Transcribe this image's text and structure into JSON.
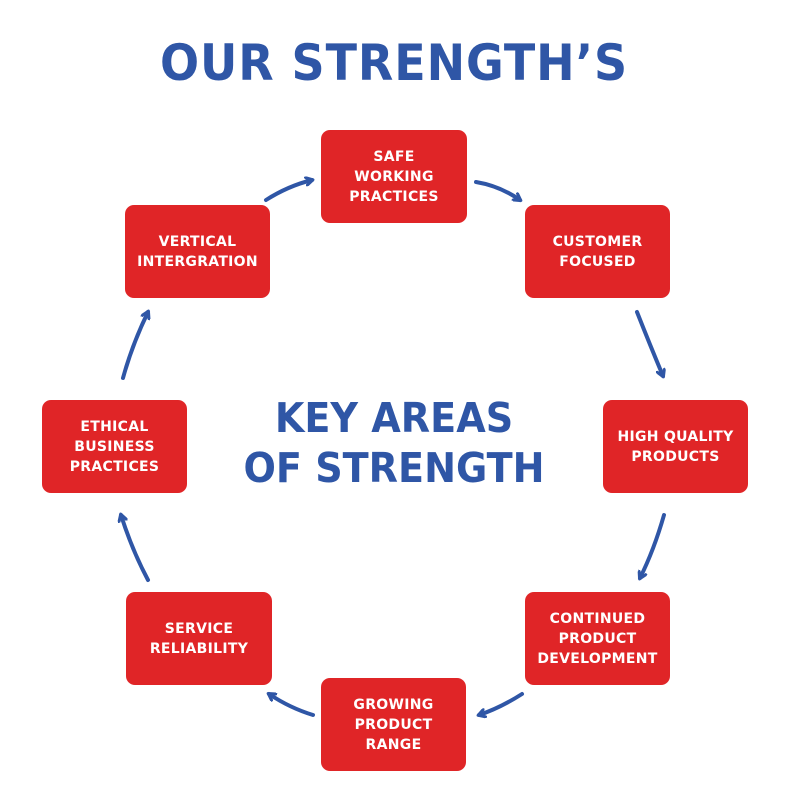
{
  "title": "OUR STRENGTH’S",
  "center": {
    "line1": "KEY AREAS",
    "line2": "OF STRENGTH"
  },
  "boxes": {
    "safe": "SAFE\nWORKING\nPRACTICES",
    "customer": "CUSTOMER\nFOCUSED",
    "quality": "HIGH QUALITY\nPRODUCTS",
    "continued": "CONTINUED\nPRODUCT\nDEVELOPMENT",
    "growing": "GROWING\nPRODUCT\nRANGE",
    "service": "SERVICE\nRELIABILITY",
    "ethical": "ETHICAL\nBUSINESS\nPRACTICES",
    "vertical": "VERTICAL\nINTERGRATION"
  },
  "colors": {
    "box_fill": "#e02527",
    "accent_blue": "#2f56a6",
    "box_text": "#ffffff"
  }
}
